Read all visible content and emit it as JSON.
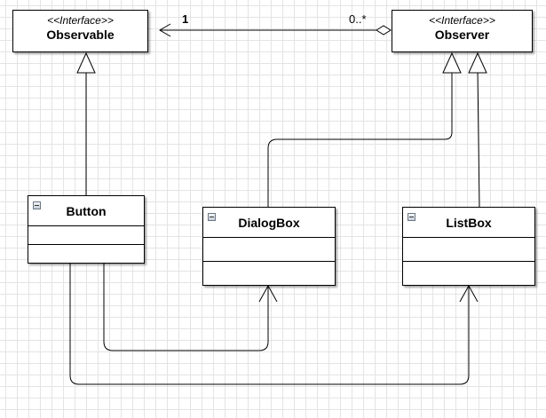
{
  "diagram": {
    "observable": {
      "stereotype": "<<Interface>>",
      "name": "Observable"
    },
    "observer": {
      "stereotype": "<<Interface>>",
      "name": "Observer"
    },
    "button": {
      "name": "Button"
    },
    "dialogbox": {
      "name": "DialogBox"
    },
    "listbox": {
      "name": "ListBox"
    },
    "association": {
      "source_multiplicity": "1",
      "target_multiplicity": "0..*"
    }
  }
}
